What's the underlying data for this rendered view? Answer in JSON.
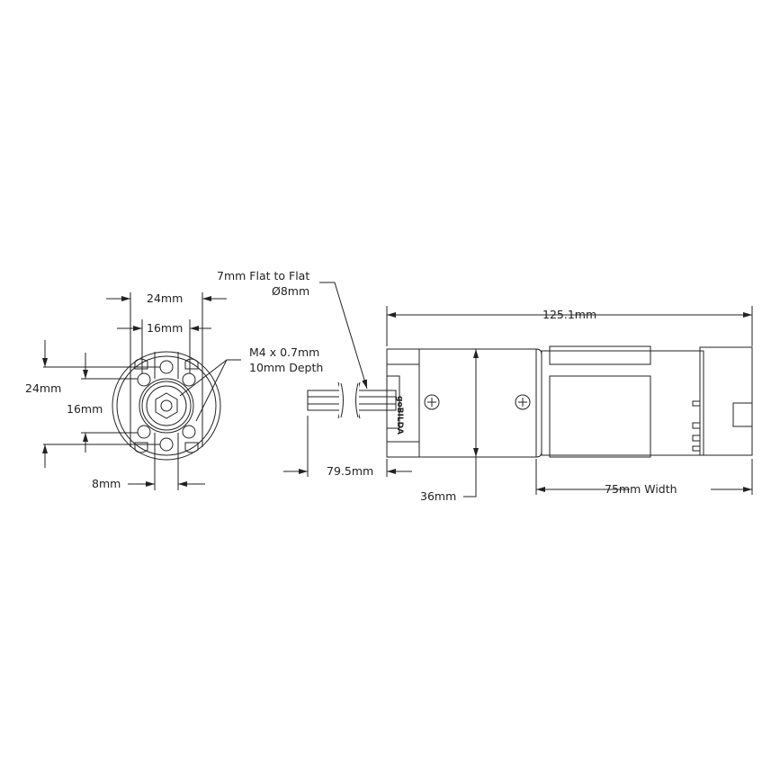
{
  "drawing": {
    "type": "motor dimension drawing",
    "front_view": {
      "dim_outer_width": "24mm",
      "dim_inner_width": "16mm",
      "dim_outer_height": "24mm",
      "dim_inner_height": "16mm",
      "dim_slot": "8mm",
      "callout_thread_1": "M4 x 0.7mm",
      "callout_thread_2": "10mm Depth"
    },
    "side_view": {
      "callout_shaft_1": "7mm Flat to Flat",
      "callout_shaft_2": "Ø8mm",
      "dim_overall_length": "125.1mm",
      "dim_shaft_length": "79.5mm",
      "dim_diameter": "36mm",
      "dim_motor_width": "75mm Width",
      "logo_text": "goBILDA"
    },
    "colors": {
      "line": "#222222",
      "background": "#ffffff"
    }
  }
}
